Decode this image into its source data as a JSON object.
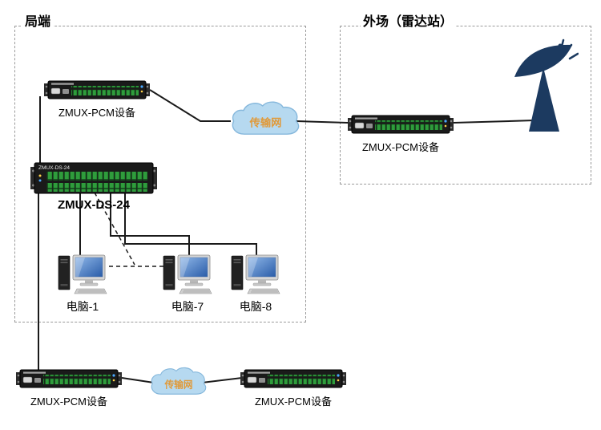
{
  "regions": {
    "local": {
      "title": "局端"
    },
    "remote": {
      "title": "外场（雷达站）"
    }
  },
  "devices": {
    "pcm_top_left": {
      "label": "ZMUX-PCM设备"
    },
    "ds24": {
      "label": "ZMUX-DS-24",
      "panel_text": "ZMUX-DS-24"
    },
    "pcm_remote": {
      "label": "ZMUX-PCM设备"
    },
    "pcm_bottom_left": {
      "label": "ZMUX-PCM设备"
    },
    "pcm_bottom_right": {
      "label": "ZMUX-PCM设备"
    }
  },
  "clouds": {
    "top": {
      "label": "传输网"
    },
    "bottom": {
      "label": "传输网"
    }
  },
  "computers": {
    "pc1": {
      "label": "电脑-1"
    },
    "pc7": {
      "label": "电脑-7"
    },
    "pc8": {
      "label": "电脑-8"
    }
  },
  "colors": {
    "cloud_fill": "#b6d9f0",
    "cloud_stroke": "#86b8dc",
    "cloud_text": "#e09a3a",
    "radar_navy": "#1c3a60",
    "port_green": "#2f9c3c",
    "line_black": "#1a1a1a",
    "screen_blue": "#2a5ca8"
  }
}
